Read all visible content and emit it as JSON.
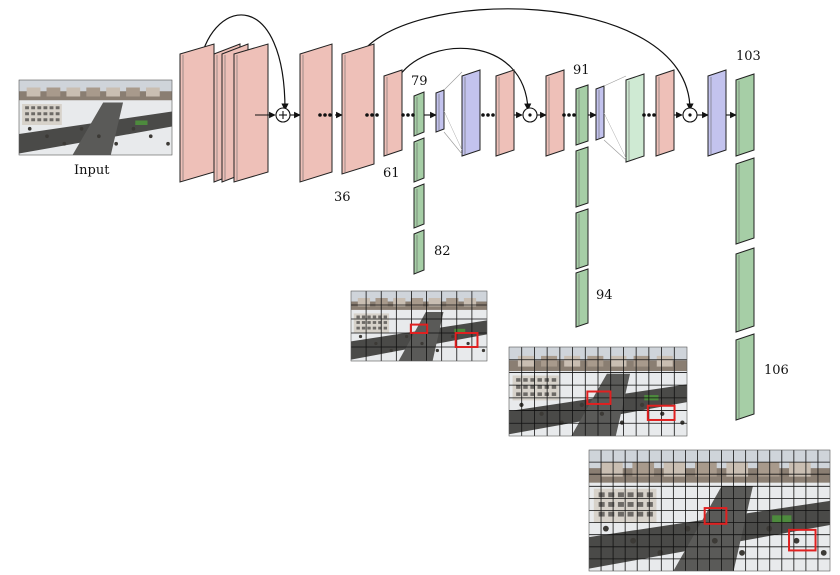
{
  "diagram": {
    "input_label": "Input",
    "layer_labels": {
      "l36": "36",
      "l61": "61",
      "l79": "79",
      "l82": "82",
      "l91": "91",
      "l94": "94",
      "l103": "103",
      "l106": "106"
    },
    "colors": {
      "conv_layer": "#eec0b8",
      "upsample_layer": "#c3c3ee",
      "detection_layer": "#a6cea6",
      "concat_layer": "#cfead3",
      "sky": "#cfd4da",
      "snow": "#e8eaec",
      "road": "#4a4a48",
      "building": "#b8b0a8",
      "detection_box": "#e02020",
      "grid_line": "#111111"
    },
    "icons": {
      "add_node": "plus-circle-icon",
      "concat_node": "dot-circle-icon"
    }
  }
}
